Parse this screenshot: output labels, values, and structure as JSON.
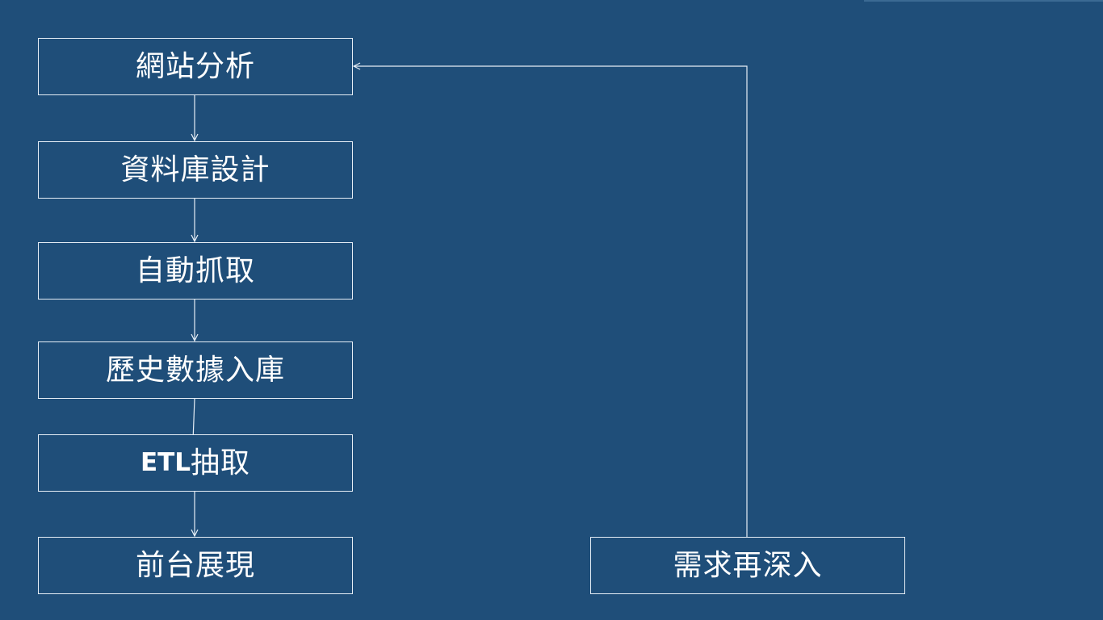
{
  "nodes": {
    "website_analysis": "網站分析",
    "database_design": "資料庫設計",
    "auto_crawl": "自動抓取",
    "history_load": "歷史數據入庫",
    "etl_prefix": "ETL",
    "etl_suffix": "抽取",
    "frontend_display": "前台展現",
    "deeper_requirements": "需求再深入"
  },
  "colors": {
    "background": "#1f4e79",
    "line": "#e6eef6",
    "text": "#ffffff"
  }
}
